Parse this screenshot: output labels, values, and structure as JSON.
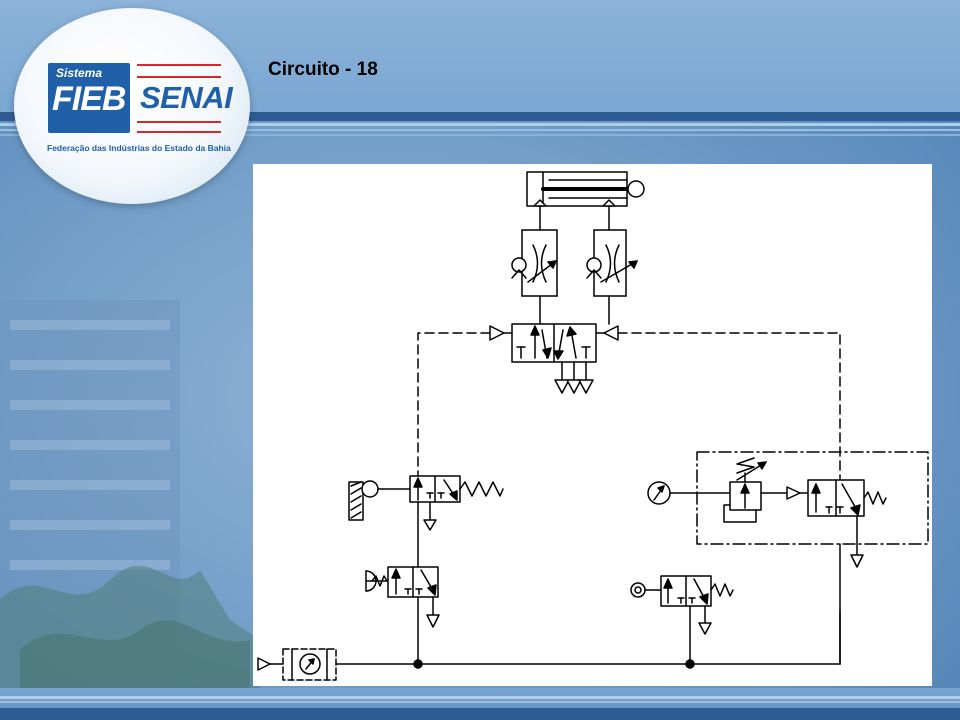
{
  "slide": {
    "title": "Circuito - 18"
  },
  "logo": {
    "sistema": "Sistema",
    "fieb": "FIEB",
    "senai": "SENAI",
    "caption": "Federação das Indústrias do Estado da Bahia"
  },
  "colors": {
    "brand_blue": "#2060a8",
    "accent_red": "#d22a2a",
    "band_dark": "#2e5d93",
    "diagram_line": "#000000"
  },
  "diagram": {
    "icons": [
      "double-acting-cylinder-icon",
      "flow-control-valve-icon",
      "five-port-valve-icon",
      "roller-valve-icon",
      "pushbutton-valve-icon",
      "pressure-gauge-icon",
      "pressure-sequence-valve-icon",
      "air-service-unit-icon",
      "exhaust-icon",
      "junction-dot-icon"
    ]
  }
}
